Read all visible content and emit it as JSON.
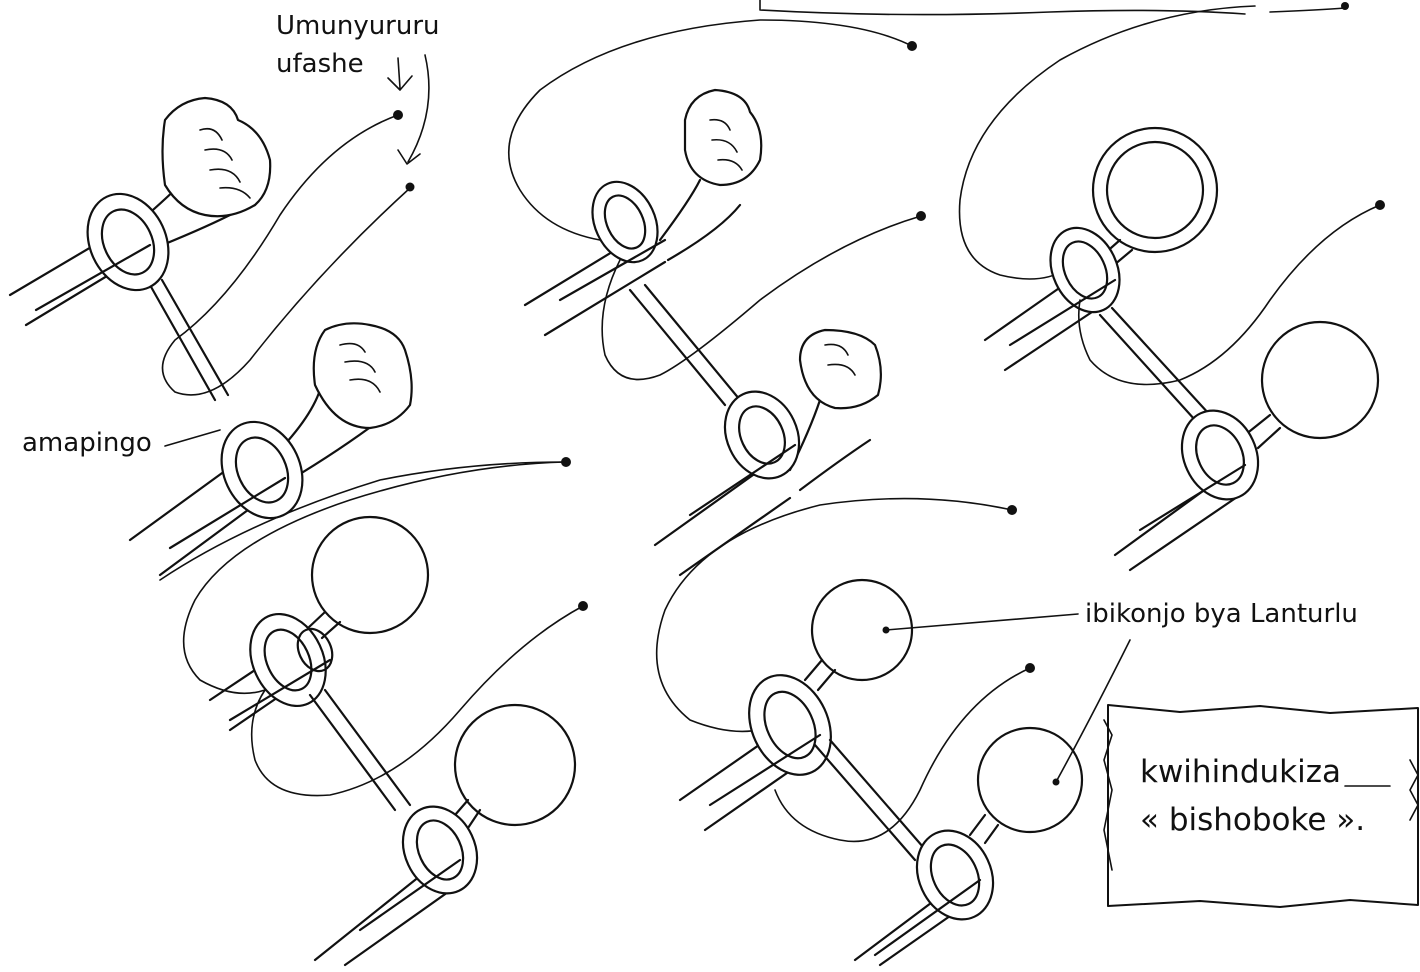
{
  "labels": {
    "string_label_line1": "Umunyururu",
    "string_label_line2": "ufashe",
    "bar_label": "amapingo",
    "ball_label": "ibikonjo bya Lanturlu"
  },
  "caption": {
    "line1": "kwihindukiza",
    "line2": "« bishoboke »."
  },
  "colors": {
    "ink": "#111111",
    "paper": "#ffffff"
  },
  "panels": [
    "panel-1",
    "panel-2",
    "panel-3",
    "panel-4",
    "panel-5"
  ]
}
